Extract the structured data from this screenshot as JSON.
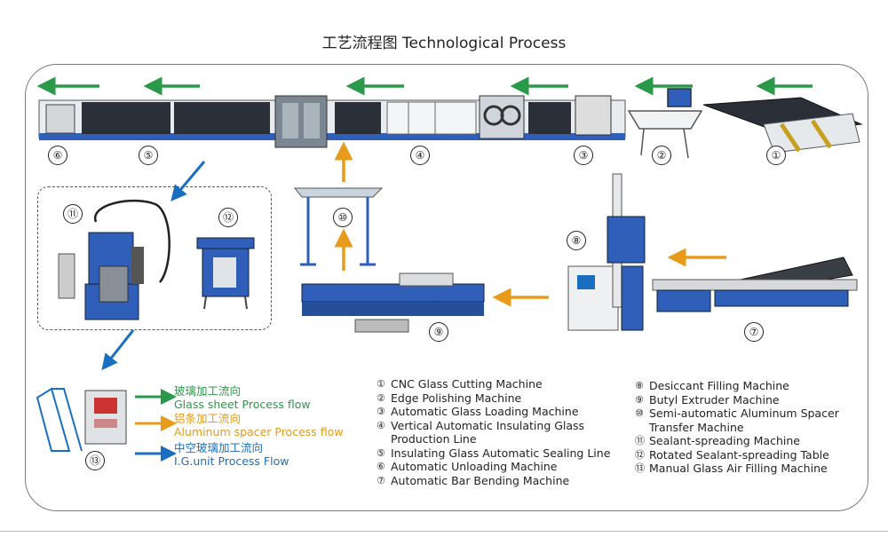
{
  "title": "工艺流程图 Technological Process",
  "step_numbers": [
    "⑥",
    "⑤",
    "④",
    "③",
    "②",
    "①",
    "⑪",
    "⑫",
    "⑩",
    "⑧",
    "⑨",
    "⑦",
    "⑬"
  ],
  "legend": [
    {
      "cn": "玻璃加工流向",
      "en": "Glass sheet Process flow",
      "color": "#2a9a4a"
    },
    {
      "cn": "铝条加工流向",
      "en": "Aluminum spacer Process flow",
      "color": "#e89a1a"
    },
    {
      "cn": "中空玻璃加工流向",
      "en": "I.G.unit  Process Flow",
      "color": "#1a6ec0"
    }
  ],
  "machines_left": [
    {
      "key": "①",
      "name": "CNC Glass Cutting Machine"
    },
    {
      "key": "②",
      "name": "Edge Polishing Machine"
    },
    {
      "key": "③",
      "name": "Automatic Glass Loading Machine"
    },
    {
      "key": "④",
      "name": "Vertical Automatic Insulating Glass",
      "name2": "Production Line"
    },
    {
      "key": "⑤",
      "name": "Insulating Glass Automatic Sealing Line"
    },
    {
      "key": "⑥",
      "name": "Automatic Unloading Machine"
    },
    {
      "key": "⑦",
      "name": "Automatic Bar Bending Machine"
    }
  ],
  "machines_right": [
    {
      "key": "⑧",
      "name": "Desiccant Filling Machine"
    },
    {
      "key": "⑨",
      "name": "Butyl Extruder Machine"
    },
    {
      "key": "⑩",
      "name": "Semi-automatic Aluminum Spacer",
      "name2": "Transfer Machine"
    },
    {
      "key": "⑪",
      "name": "Sealant-spreading Machine"
    },
    {
      "key": "⑫",
      "name": "Rotated Sealant-spreading Table"
    },
    {
      "key": "⑬",
      "name": "Manual Glass Air Filling Machine"
    }
  ],
  "colors": {
    "green": "#2a9a4a",
    "orange": "#e89a1a",
    "blue": "#1a6ec0",
    "machine_blue": "#2f5fb8"
  }
}
